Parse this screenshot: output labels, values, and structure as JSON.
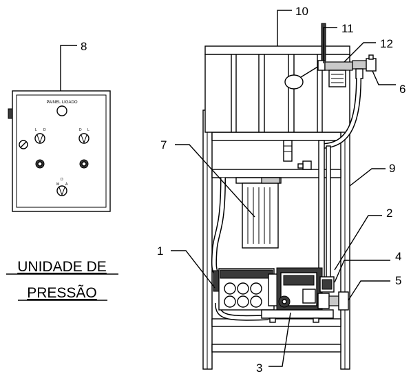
{
  "panel": {
    "label": "PAINEL LIGADO",
    "switch_left_labels": [
      "L",
      "D"
    ],
    "switch_right_labels": [
      "D",
      "L"
    ],
    "switch_bottom_labels": [
      "D",
      "M",
      "A"
    ]
  },
  "title": {
    "line1": "UNIDADE DE",
    "line2": "PRESSÃO"
  },
  "callouts": [
    "1",
    "2",
    "3",
    "4",
    "5",
    "6",
    "7",
    "8",
    "9",
    "10",
    "11",
    "12"
  ]
}
